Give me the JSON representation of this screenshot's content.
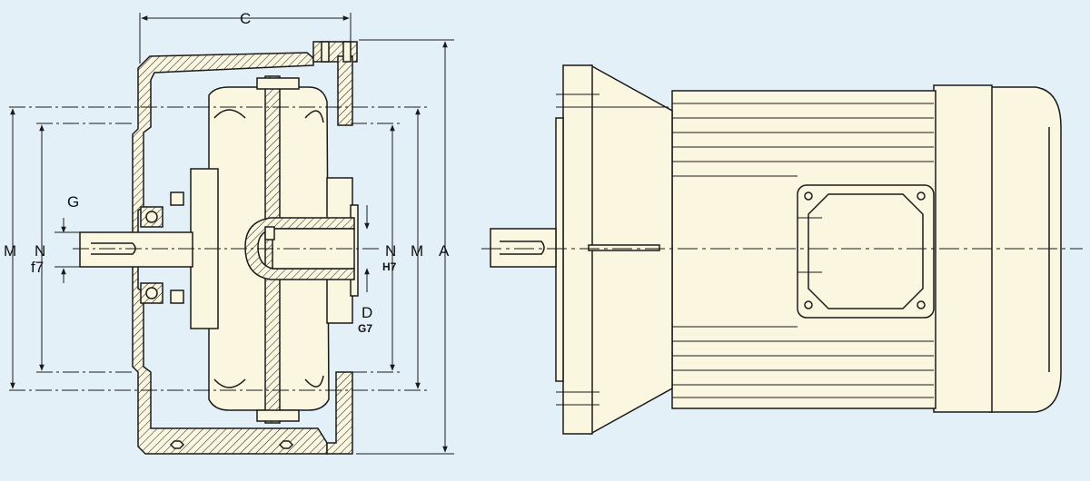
{
  "colors": {
    "background": "#e4f0f8",
    "part_fill": "#fbf6df",
    "line": "#1a1a1a"
  },
  "labels": {
    "C": "C",
    "G": "G",
    "M_left": "M",
    "N_left": "N",
    "f7": "f7",
    "N_right": "N",
    "H7": "H7",
    "M_right": "M",
    "A": "A",
    "D": "D",
    "G7": "G7"
  }
}
